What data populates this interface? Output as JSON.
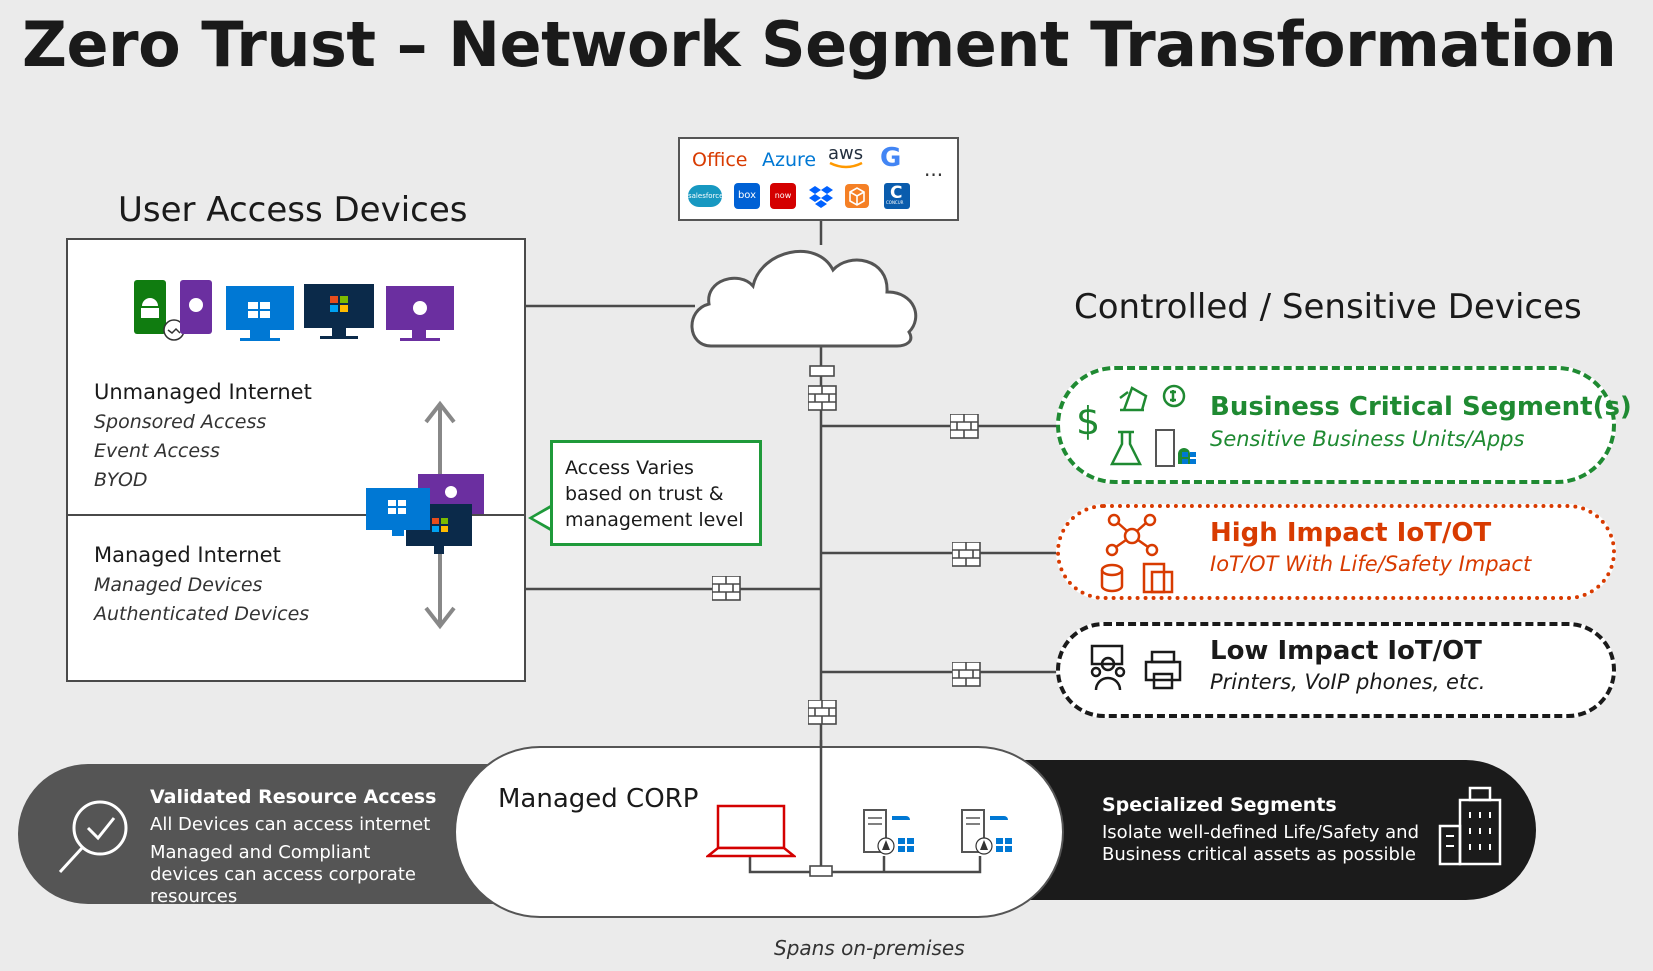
{
  "title": "Zero Trust – Network Segment Transformation",
  "user_access": {
    "heading": "User Access Devices",
    "unmanaged": {
      "title": "Unmanaged Internet",
      "items": [
        "Sponsored Access",
        "Event Access",
        "BYOD"
      ]
    },
    "managed": {
      "title": "Managed Internet",
      "items": [
        "Managed Devices",
        "Authenticated Devices"
      ]
    }
  },
  "callout": {
    "lines": [
      "Access Varies",
      "based on trust &",
      "management level"
    ]
  },
  "saas": {
    "office": "Office",
    "azure": "Azure",
    "aws": "aws",
    "more": "...",
    "salesforce": "salesforce",
    "box": "box",
    "now": "now",
    "concur": "CONCUR"
  },
  "controlled": {
    "heading": "Controlled / Sensitive Devices",
    "business": {
      "title": "Business Critical Segment(s)",
      "subtitle": "Sensitive Business Units/Apps",
      "color": "#1f8a32"
    },
    "high": {
      "title": "High Impact IoT/OT",
      "subtitle": "IoT/OT With Life/Safety Impact",
      "color": "#d83b01"
    },
    "low": {
      "title": "Low Impact IoT/OT",
      "subtitle": "Printers, VoIP phones, etc.",
      "color": "#1a1a1a"
    }
  },
  "validated": {
    "title": "Validated Resource Access",
    "line1": "All Devices can access internet",
    "line2": "Managed and Compliant devices can access corporate resources"
  },
  "corp": {
    "title": "Managed CORP"
  },
  "specialized": {
    "title": "Specialized Segments",
    "text": "Isolate well-defined Life/Safety and Business critical assets as possible"
  },
  "footer": "Spans on-premises",
  "colors": {
    "green": "#1f8a32",
    "orange": "#d83b01",
    "windows_blue": "#0078d4",
    "purple": "#6b2fa0",
    "dark_navy": "#0b2a4a"
  }
}
